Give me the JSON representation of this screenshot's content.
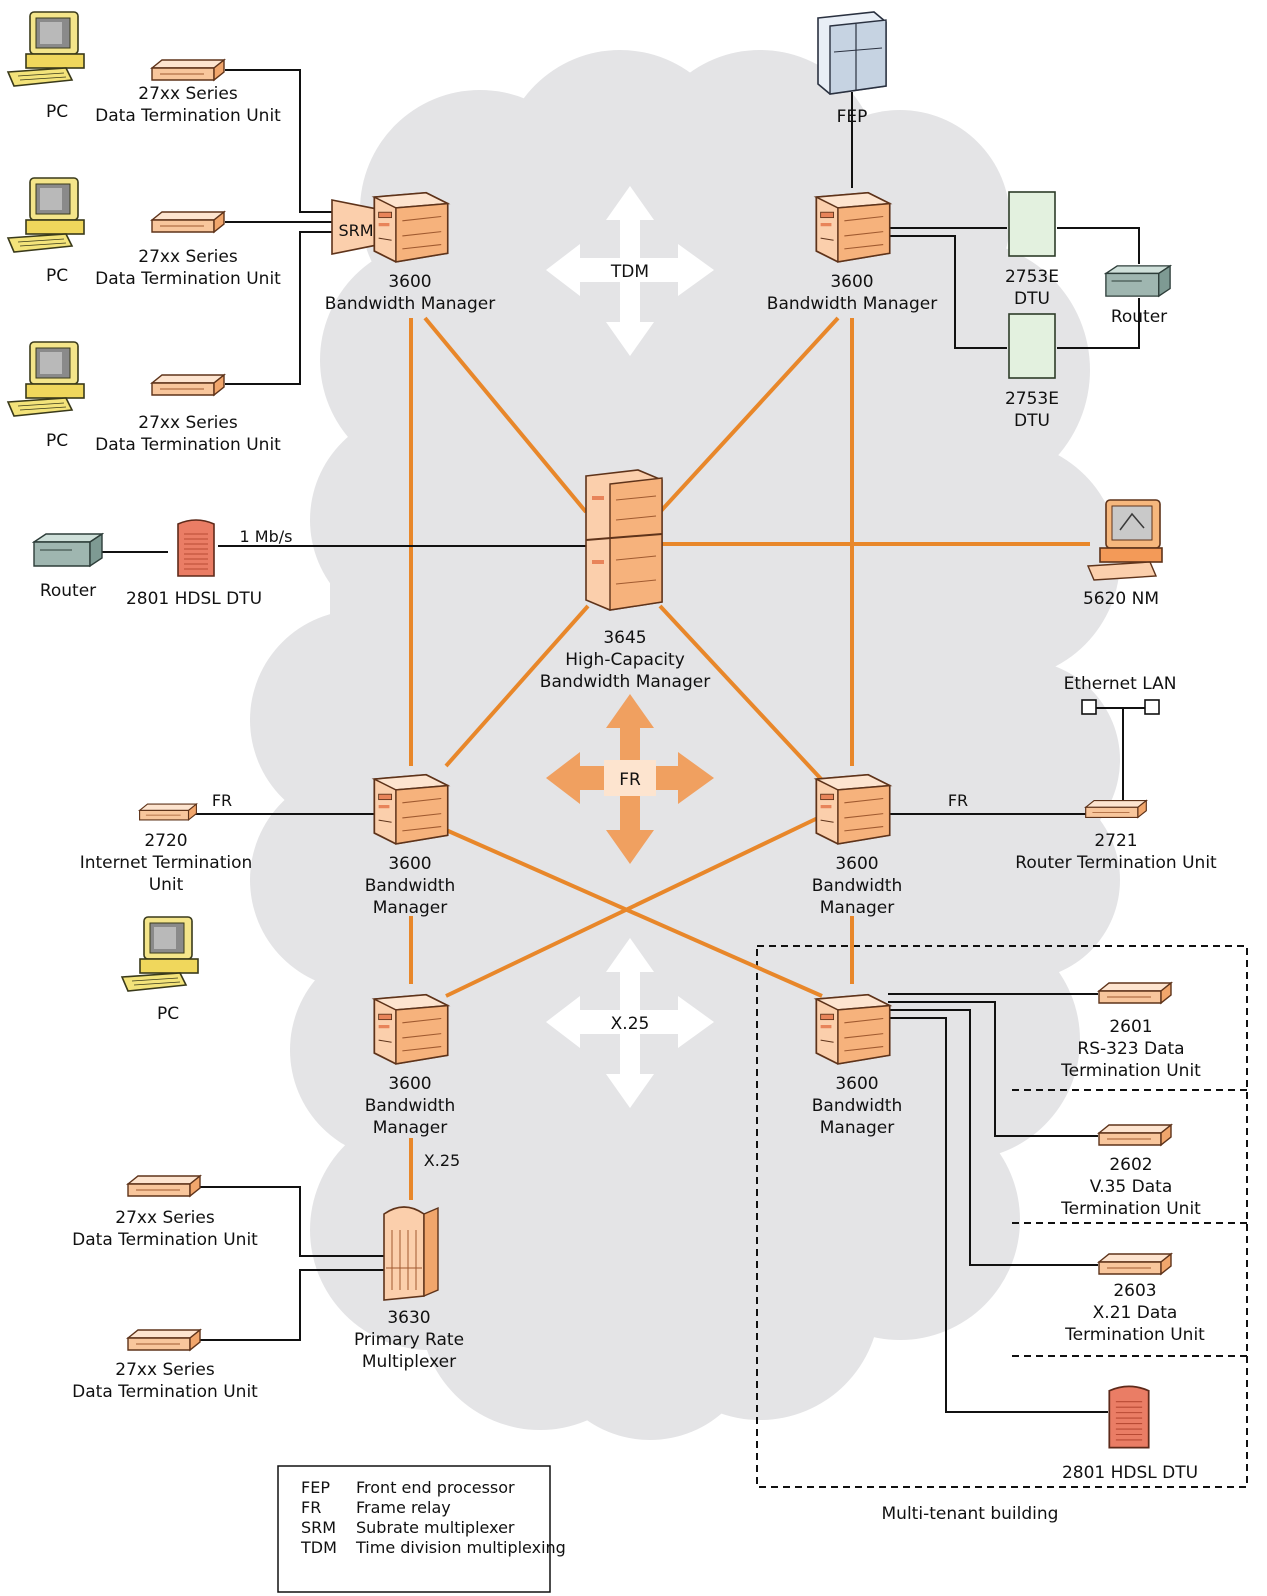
{
  "colors": {
    "cloud": "#e4e4e6",
    "trunk": "#e8872a",
    "device_fill": "#fbd0b0",
    "device_stroke": "#6a3a1c",
    "pc_yellow": "#f3e37a",
    "pc_orange": "#f6b77d",
    "dtu_green": "#e3f1df",
    "router_gray": "#9fb6b0",
    "hdsl_red": "#e97a63"
  },
  "icons": {
    "pc": "desktop-computer-icon",
    "dtu": "flat-modem-icon",
    "bandwidth_manager": "tower-node-icon",
    "router": "router-icon",
    "fep": "cabinet-icon",
    "hdsl": "hdsl-unit-icon",
    "arrows": "four-way-arrow-icon"
  },
  "labels": {
    "pc_1": "PC",
    "pc_2": "PC",
    "pc_3": "PC",
    "pc_4": "PC",
    "dtu_1_l1": "27xx Series",
    "dtu_1_l2": "Data Termination Unit",
    "dtu_2_l1": "27xx Series",
    "dtu_2_l2": "Data Termination Unit",
    "dtu_3_l1": "27xx Series",
    "dtu_3_l2": "Data Termination Unit",
    "dtu_4_l1": "27xx Series",
    "dtu_4_l2": "Data Termination Unit",
    "dtu_5_l1": "27xx Series",
    "dtu_5_l2": "Data Termination Unit",
    "srm": "SRM",
    "bm_tl_l1": "3600",
    "bm_tl_l2": "Bandwidth Manager",
    "bm_tr_l1": "3600",
    "bm_tr_l2": "Bandwidth Manager",
    "fep": "FEP",
    "dtu_2753_a_l1": "2753E",
    "dtu_2753_a_l2": "DTU",
    "dtu_2753_b_l1": "2753E",
    "dtu_2753_b_l2": "DTU",
    "router_right": "Router",
    "router_left": "Router",
    "hdsl_left": "2801 HDSL DTU",
    "rate": "1 Mb/s",
    "hc_l1": "3645",
    "hc_l2": "High-Capacity",
    "hc_l3": "Bandwidth Manager",
    "nm": "5620 NM",
    "tdm": "TDM",
    "fr_center": "FR",
    "x25_center": "X.25",
    "ethernet": "Ethernet LAN",
    "fr_left": "FR",
    "fr_right": "FR",
    "itu_l1": "2720",
    "itu_l2": "Internet Termination",
    "itu_l3": "Unit",
    "rtu_l1": "2721",
    "rtu_l2": "Router Termination Unit",
    "bm_ml_l1": "3600",
    "bm_ml_l2": "Bandwidth",
    "bm_ml_l3": "Manager",
    "bm_mr_l1": "3600",
    "bm_mr_l2": "Bandwidth",
    "bm_mr_l3": "Manager",
    "bm_bl_l1": "3600",
    "bm_bl_l2": "Bandwidth",
    "bm_bl_l3": "Manager",
    "bm_br_l1": "3600",
    "bm_br_l2": "Bandwidth",
    "bm_br_l3": "Manager",
    "x25_link": "X.25",
    "prm_l1": "3630",
    "prm_l2": "Primary Rate",
    "prm_l3": "Multiplexer",
    "u2601_l1": "2601",
    "u2601_l2": "RS-323 Data",
    "u2601_l3": "Termination Unit",
    "u2602_l1": "2602",
    "u2602_l2": "V.35 Data",
    "u2602_l3": "Termination Unit",
    "u2603_l1": "2603",
    "u2603_l2": "X.21 Data",
    "u2603_l3": "Termination Unit",
    "hdsl_right": "2801 HDSL DTU",
    "building": "Multi-tenant building"
  },
  "legend": [
    {
      "abbr": "FEP",
      "text": "Front end processor"
    },
    {
      "abbr": "FR",
      "text": "Frame relay"
    },
    {
      "abbr": "SRM",
      "text": "Subrate multiplexer"
    },
    {
      "abbr": "TDM",
      "text": "Time division multiplexing"
    }
  ]
}
